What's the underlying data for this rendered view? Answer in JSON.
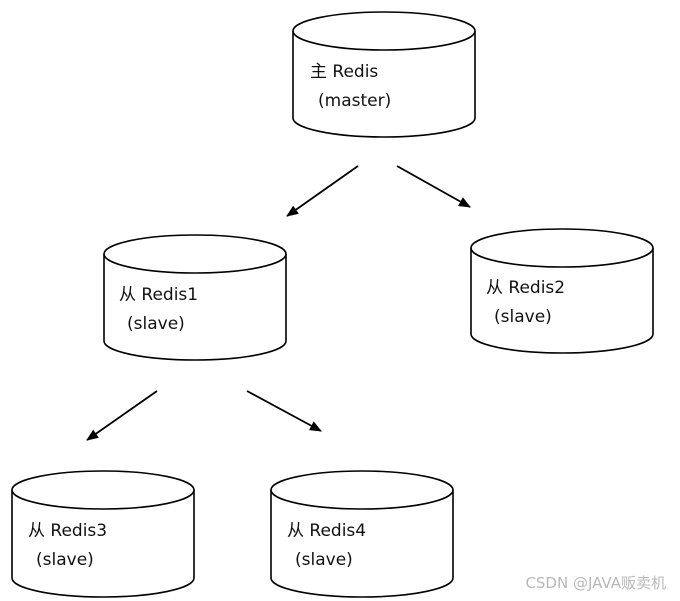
{
  "nodes": {
    "master": {
      "line1": "主 Redis",
      "line2": "(master)"
    },
    "redis1": {
      "line1": "从 Redis1",
      "line2": "(slave)"
    },
    "redis2": {
      "line1": "从 Redis2",
      "line2": "(slave)"
    },
    "redis3": {
      "line1": "从 Redis3",
      "line2": "(slave)"
    },
    "redis4": {
      "line1": "从 Redis4",
      "line2": "(slave)"
    }
  },
  "edges": [
    {
      "from": "master",
      "to": "redis1"
    },
    {
      "from": "master",
      "to": "redis2"
    },
    {
      "from": "redis1",
      "to": "redis3"
    },
    {
      "from": "redis1",
      "to": "redis4"
    }
  ],
  "watermark": "CSDN @JAVA贩卖机"
}
